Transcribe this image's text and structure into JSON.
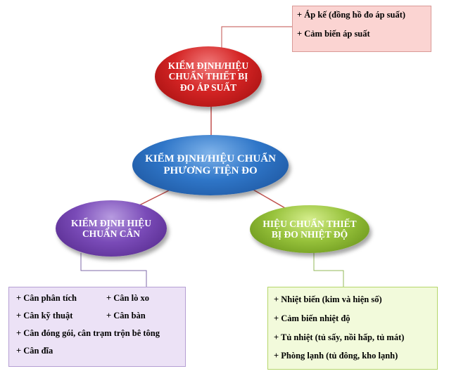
{
  "nodes": {
    "center": "KIỂM ĐỊNH/HIỆU CHUẨN PHƯƠNG TIỆN ĐO",
    "pressure": "KIỂM ĐỊNH/HIỆU CHUẨN THIẾT BỊ ĐO ÁP SUẤT",
    "scale": "KIỂM ĐỊNH HIỆU CHUẨN CÂN",
    "temperature": "HIỆU CHUẨN THIẾT BỊ ĐO NHIỆT ĐỘ"
  },
  "pressure_items": [
    "+ Áp kế (đồng hồ đo áp suất)",
    "+ Cảm biến áp suất"
  ],
  "scale_items": [
    "+ Cân phân tích",
    "+ Cân lò xo",
    "+ Cân kỹ thuật",
    "+ Cân bàn",
    "+ Cân đóng gói, cân trạm trộn bê tông",
    "+ Cân đĩa"
  ],
  "temperature_items": [
    "+ Nhiệt biến (kim và hiện số)",
    "+ Cảm biến nhiệt độ",
    "+ Tủ nhiệt (tủ sấy, nồi hấp, tủ mát)",
    "+ Phòng lạnh (tủ đông, kho lạnh)"
  ],
  "colors": {
    "red": "#d42424",
    "blue": "#2f76c8",
    "purple": "#7a4bb8",
    "green": "#97c23b",
    "connector": "#c0504d"
  }
}
